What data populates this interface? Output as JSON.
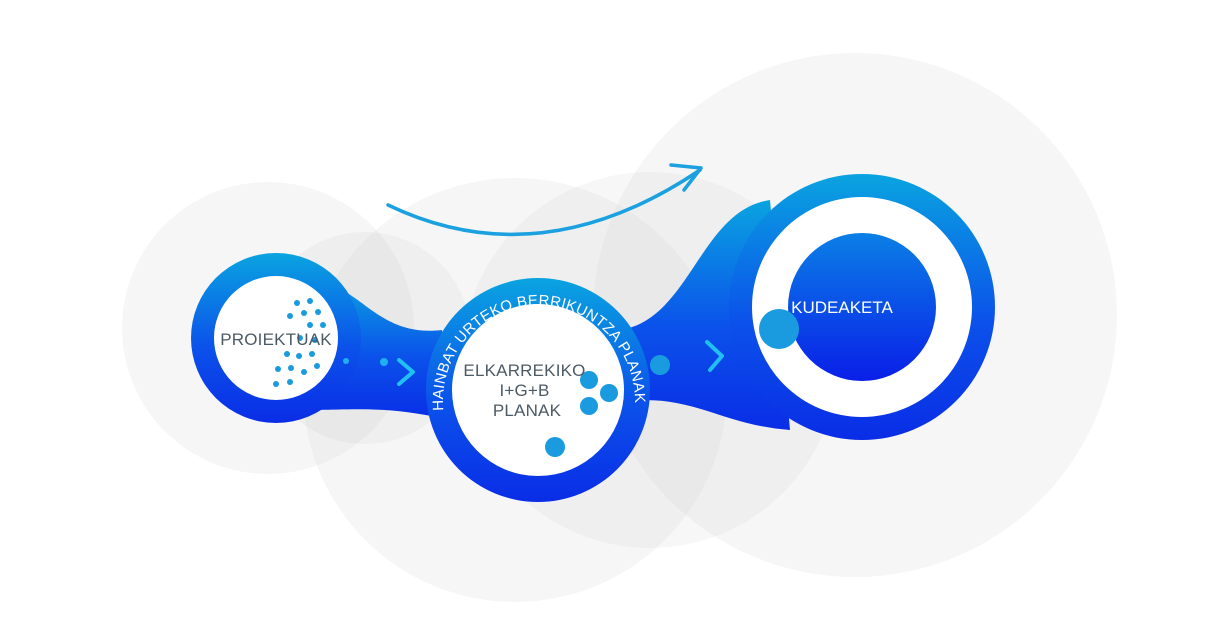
{
  "nodes": {
    "projects": {
      "label": "PROIEKTUAK"
    },
    "plans": {
      "label_lines": [
        "ELKARREKIKO",
        "I+G+B",
        "PLANAK"
      ],
      "ring_label": "HAINBAT URTEKO BERRIKUNTZA PLANAK"
    },
    "management": {
      "label": "KUDEAKETA"
    }
  },
  "colors": {
    "blue_dark": "#0a3de8",
    "blue_light": "#0a9ee0",
    "dot": "#1a9be0",
    "halo": "#dcdcdc",
    "label_gray": "#4c5a66"
  }
}
